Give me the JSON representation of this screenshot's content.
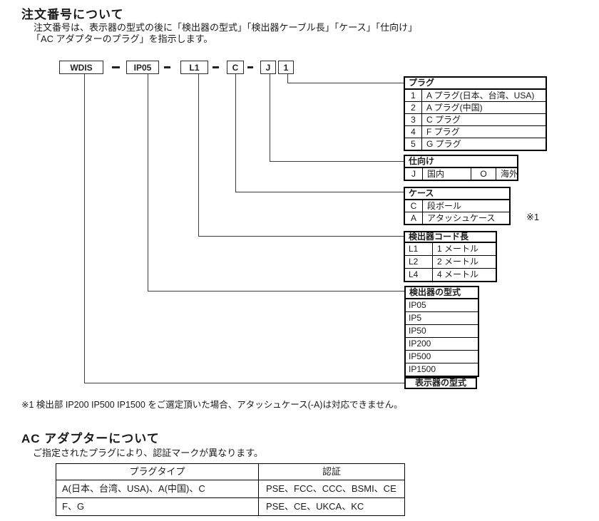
{
  "page": {
    "section1_title": "注文番号について",
    "intro_line1": "注文番号は、表示器の型式の後に「検出器の型式」「検出器ケーブル長」「ケース」「仕向け」",
    "intro_line2": "「AC アダプターのプラグ」を指示します。",
    "note": "※1  検出部 IP200 IP500 IP1500 をご選定頂いた場合、アタッシュケース(-A)は対応できません。",
    "section2_title": "AC アダプターについて",
    "section2_sub": "ご指定されたプラグにより、認証マークが異なります。"
  },
  "model_code": {
    "segments": [
      "WDIS",
      "IP05",
      "L1",
      "C",
      "J",
      "1"
    ]
  },
  "tables": {
    "plug": {
      "title": "プラグ",
      "rows": [
        [
          "1",
          "A プラグ(日本、台湾、USA)"
        ],
        [
          "2",
          "A プラグ(中国)"
        ],
        [
          "3",
          "C プラグ"
        ],
        [
          "4",
          "F プラグ"
        ],
        [
          "5",
          "G プラグ"
        ]
      ]
    },
    "destination": {
      "title": "仕向け",
      "cells": [
        "J",
        "国内",
        "O",
        "海外"
      ]
    },
    "case": {
      "title": "ケース",
      "rows": [
        [
          "C",
          "段ボール"
        ],
        [
          "A",
          "アタッシュケース"
        ]
      ],
      "note_ref": "※1"
    },
    "cord": {
      "title": "検出器コード長",
      "rows": [
        [
          "L1",
          "1 メートル"
        ],
        [
          "L2",
          "2 メートル"
        ],
        [
          "L4",
          "4 メートル"
        ]
      ]
    },
    "detector": {
      "title": "検出器の型式",
      "rows": [
        "IP05",
        "IP5",
        "IP50",
        "IP200",
        "IP500",
        "IP1500"
      ]
    },
    "display": {
      "title": "表示器の型式"
    }
  },
  "ac_table": {
    "headers": [
      "プラグタイプ",
      "認証"
    ],
    "rows": [
      [
        "A(日本、台湾、USA)、A(中国)、C",
        "PSE、FCC、CCC、BSMI、CE"
      ],
      [
        "F、G",
        "PSE、CE、UKCA、KC"
      ]
    ]
  },
  "colors": {
    "text": "#1a1a1a",
    "border": "#000000",
    "line": "#3c3c3c"
  }
}
